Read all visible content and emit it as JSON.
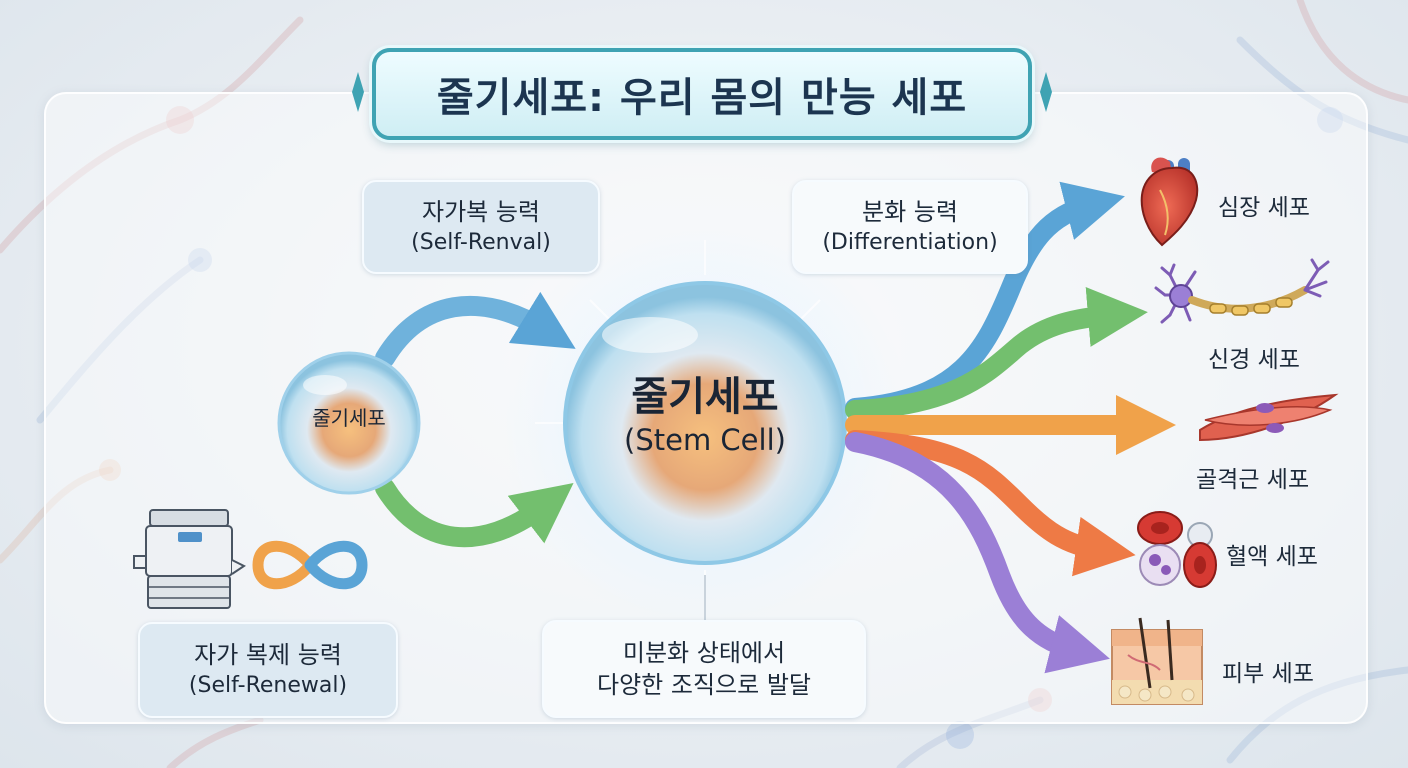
{
  "title": "줄기세포: 우리 몸의 만능 세포",
  "self_renewal_label": {
    "line1": "자가복 능력",
    "line2": "(Self-Renval)"
  },
  "differentiation_label": {
    "line1": "분화 능력",
    "line2": "(Differentiation)"
  },
  "center_cell": {
    "name": "줄기세포",
    "english": "(Stem Cell)"
  },
  "small_cell": {
    "name": "줄기세포"
  },
  "self_replication_box": {
    "line1": "자가 복제 능력",
    "line2": "(Self-Renewal)"
  },
  "undifferentiated_box": {
    "line1": "미분화 상태에서",
    "line2": "다양한 조직으로 발달"
  },
  "cell_types": [
    {
      "label": "심장 세포",
      "icon": "heart-icon",
      "arrow_color": "#5aa4d6"
    },
    {
      "label": "신경 세포",
      "icon": "neuron-icon",
      "arrow_color": "#73bf6e"
    },
    {
      "label": "골격근 세포",
      "icon": "muscle-icon",
      "arrow_color": "#f0a24a"
    },
    {
      "label": "혈액 세포",
      "icon": "blood-cells-icon",
      "arrow_color": "#ee7a45"
    },
    {
      "label": "피부 세포",
      "icon": "skin-icon",
      "arrow_color": "#9b7fd6"
    }
  ],
  "icons": {
    "copier": "copier-icon",
    "infinity": "infinity-icon"
  }
}
